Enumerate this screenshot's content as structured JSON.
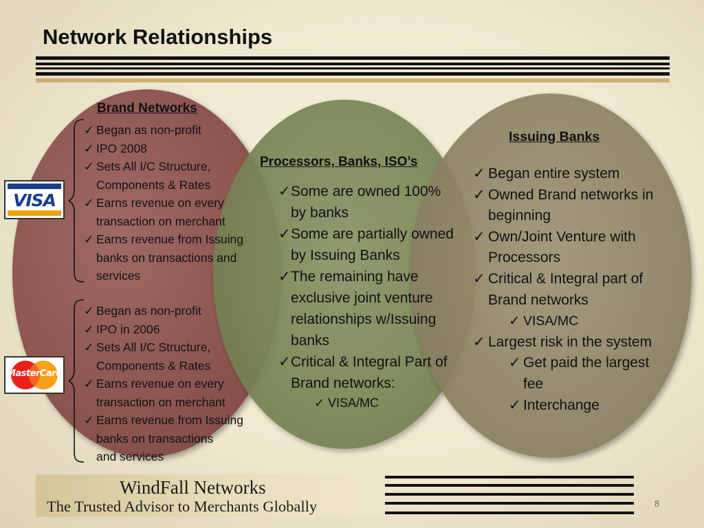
{
  "slide": {
    "title": "Network Relationships",
    "page_number": "8"
  },
  "brand_networks": {
    "heading": "Brand Networks",
    "visa": {
      "logo_text": "VISA",
      "items": [
        "Began as non-profit",
        "IPO 2008",
        "Sets All I/C Structure, Components & Rates",
        "Earns revenue on every transaction on merchant",
        " Earns revenue from Issuing banks on transactions and services"
      ]
    },
    "mastercard": {
      "logo_text": "MasterCard",
      "items": [
        "Began as non-profit",
        "IPO in 2006",
        "Sets All I/C Structure, Components & Rates",
        "Earns revenue on every transaction on merchant",
        " Earns revenue from Issuing banks on transactions\n and services"
      ]
    }
  },
  "processors": {
    "heading": "Processors, Banks, ISO’s",
    "items": [
      "Some are owned 100% by banks",
      "Some are partially owned by Issuing Banks",
      "The remaining have exclusive joint venture relationships w/Issuing banks",
      "Critical & Integral Part of Brand networks:"
    ],
    "sub_items": [
      "VISA/MC"
    ]
  },
  "issuing_banks": {
    "heading": "Issuing Banks",
    "items": [
      "Began entire system",
      "Owned Brand networks in beginning",
      "Own/Joint Venture with Processors",
      "Critical & Integral part of Brand networks"
    ],
    "critical_sub": "VISA/MC",
    "risk_item": "Largest risk in the system",
    "risk_sub_items": [
      "Get paid the largest fee",
      "Interchange"
    ]
  },
  "footer": {
    "company": "WindFall Networks",
    "tagline": "The Trusted Advisor to Merchants Globally"
  },
  "colors": {
    "brand_circle": "#8d5650",
    "processor_circle": "#7a8658",
    "issuing_circle": "#8e8466",
    "stripe_gold": "#cfae78",
    "visa_blue": "#1a3e8c",
    "visa_gold": "#e8a317",
    "mc_red": "#e8211d",
    "mc_orange": "#f7a11a"
  },
  "icons": {
    "bullet": "check-icon",
    "visa": "visa-logo",
    "mastercard": "mastercard-logo"
  }
}
